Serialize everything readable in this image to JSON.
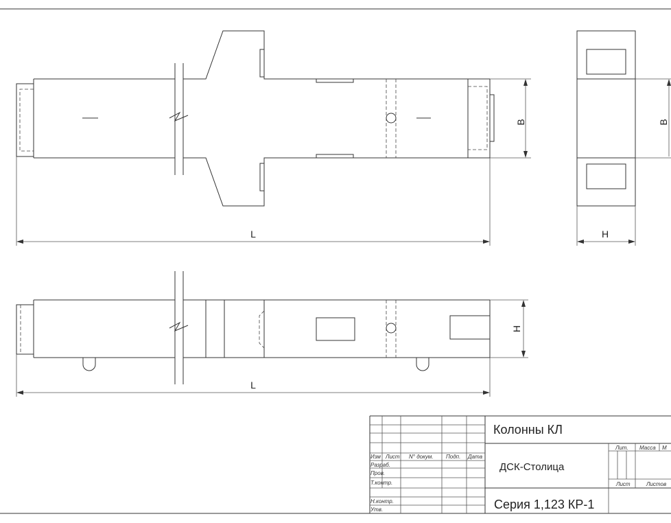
{
  "dims": {
    "L": "L",
    "B": "B",
    "H": "H"
  },
  "title_block": {
    "title": "Колонны КЛ",
    "organization": "ДСК-Столица",
    "series": "Серия 1,123 КР-1",
    "col_headers": [
      "Изм",
      "Лист",
      "N° докум.",
      "Подп.",
      "Дата"
    ],
    "row_labels": [
      "Разраб.",
      "Пров.",
      "Т.контр.",
      "Н.контр.",
      "Утв."
    ],
    "right_headers": [
      "Лит.",
      "Масса",
      "М"
    ],
    "right_lower": [
      "Лист",
      "Листов"
    ]
  }
}
